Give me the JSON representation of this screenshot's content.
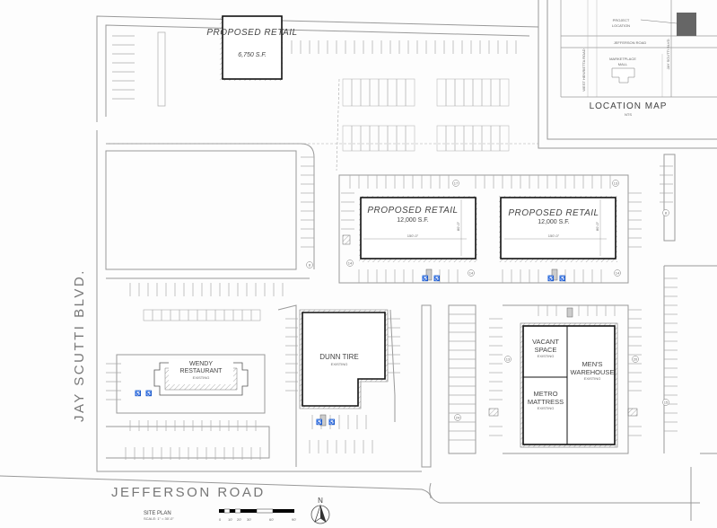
{
  "buildings": {
    "retail_small": {
      "title": "PROPOSED RETAIL",
      "size": "6,750 S.F."
    },
    "retail_left": {
      "title": "PROPOSED RETAIL",
      "size": "12,000 S.F.",
      "dim_w": "150'-0\"",
      "dim_h": "80'-0\""
    },
    "retail_right": {
      "title": "PROPOSED RETAIL",
      "size": "12,000 S.F.",
      "dim_w": "150'-0\"",
      "dim_h": "80'-0\""
    },
    "wendy": {
      "name_1": "WENDY",
      "name_2": "RESTAURANT",
      "status": "EXISTING"
    },
    "dunn": {
      "name": "DUNN TIRE",
      "status": "EXISTING"
    },
    "vacant": {
      "name_1": "VACANT",
      "name_2": "SPACE",
      "status": "EXISTING"
    },
    "mens": {
      "name_1": "MEN'S",
      "name_2": "WAREHOUSE",
      "status": "EXISTING"
    },
    "metro": {
      "name_1": "METRO",
      "name_2": "MATTRESS",
      "status": "EXISTING"
    }
  },
  "roads": {
    "jay_scutti": "JAY SCUTTI BLVD.",
    "jefferson": "JEFFERSON ROAD"
  },
  "location_map": {
    "project_location_1": "PROJECT",
    "project_location_2": "LOCATION",
    "jefferson": "JEFFERSON ROAD",
    "west_henrietta": "WEST HENRIETTA ROAD",
    "jay_scutti": "JAY SCUTTI BLVD.",
    "marketplace_1": "MARKETPLACE",
    "marketplace_2": "MALL",
    "title": "LOCATION MAP",
    "subtitle": "NTS"
  },
  "title_block": {
    "title": "SITE PLAN",
    "scale": "SCALE: 1\" = 30'-0\"",
    "scale_ticks": [
      "0",
      "10'",
      "20'",
      "30'",
      "60'",
      "90'"
    ],
    "north": "N"
  },
  "stall_counts": [
    "17",
    "13",
    "8",
    "8",
    "14",
    "14",
    "14",
    "24",
    "13",
    "20",
    "15"
  ]
}
